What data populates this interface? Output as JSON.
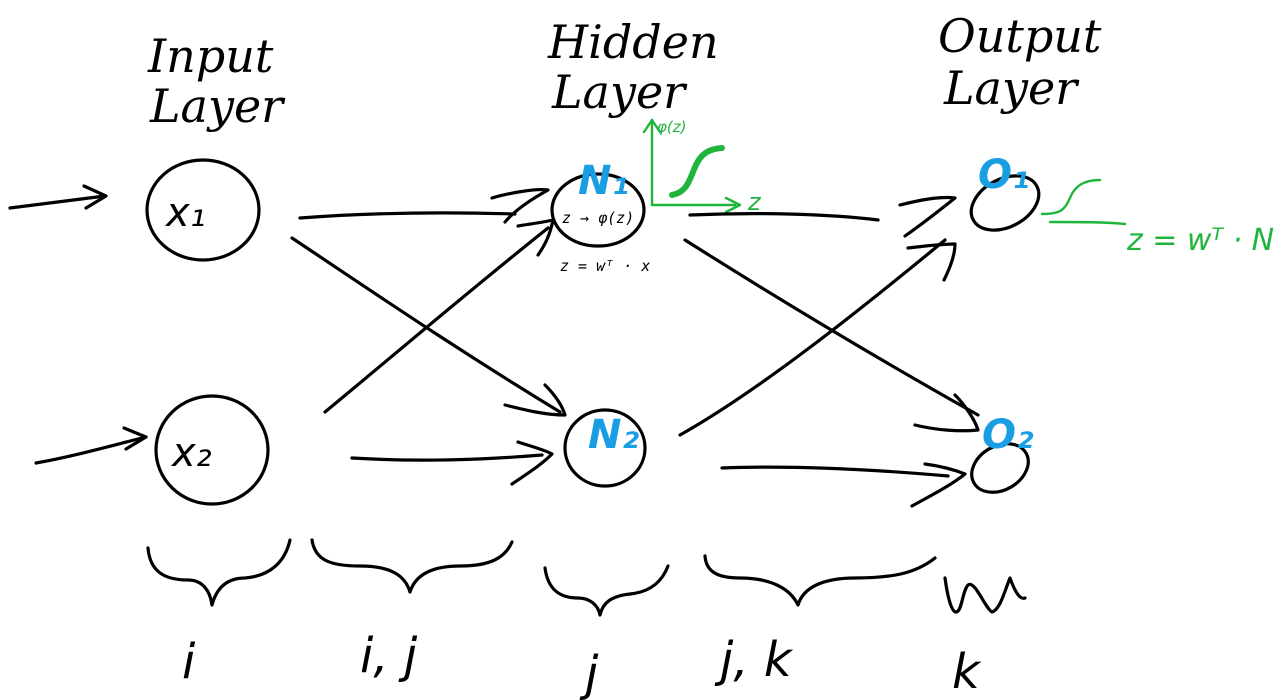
{
  "layers": {
    "input_title": [
      "Input",
      "Layer"
    ],
    "hidden_title": [
      "Hidden",
      "Layer"
    ],
    "output_title": [
      "Output",
      "Layer"
    ]
  },
  "nodes": {
    "x1": "x₁",
    "x2": "x₂",
    "n1": "N₁",
    "n2": "N₂",
    "o1": "O₁",
    "o2": "O₂"
  },
  "annotations": {
    "hidden_activation": "z → φ(z)",
    "hidden_formula": "z = wᵀ · x",
    "phi_axis": "φ(z)",
    "z_axis": "z",
    "output_formula": "z = wᵀ · N"
  },
  "indices": {
    "input": "i",
    "input_hidden": "i, j",
    "hidden": "j",
    "hidden_output": "j, k",
    "output": "k"
  },
  "colors": {
    "ink": "#000000",
    "node_label_blue": "#1a9ee3",
    "activation_green": "#1fb53c"
  }
}
